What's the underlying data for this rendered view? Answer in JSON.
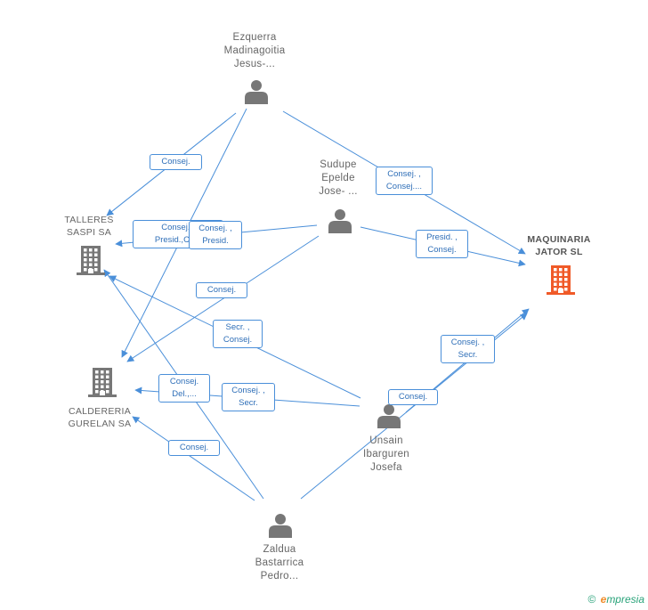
{
  "nodes": {
    "ezquerra": {
      "lines": [
        "Ezquerra",
        "Madinagoitia",
        "Jesus-..."
      ],
      "icon": "person-icon"
    },
    "sudupe": {
      "lines": [
        "Sudupe",
        "Epelde",
        "Jose- ..."
      ],
      "icon": "person-icon"
    },
    "unsain": {
      "lines": [
        "Unsain",
        "Ibarguren",
        "Josefa"
      ],
      "icon": "person-icon"
    },
    "zaldua": {
      "lines": [
        "Zaldua",
        "Bastarrica",
        "Pedro..."
      ],
      "icon": "person-icon"
    },
    "talleres": {
      "lines": [
        "TALLERES",
        "SASPI SA"
      ],
      "icon": "building-icon"
    },
    "caldereria": {
      "lines": [
        "CALDERERIA",
        "GURELAN SA"
      ],
      "icon": "building-icon"
    },
    "maquinaria": {
      "lines": [
        "MAQUINARIA",
        "JATOR SL"
      ],
      "icon": "building-icon"
    }
  },
  "edge_labels": [
    {
      "id": "ezq-talleres",
      "lines": [
        "Consej."
      ]
    },
    {
      "id": "ezq-maquinaria",
      "lines": [
        "Consej. ,",
        "Consej...."
      ]
    },
    {
      "id": "sud-talleres-a",
      "lines": [
        "Consej. ,",
        "Presid.,Co..."
      ]
    },
    {
      "id": "sud-talleres-b",
      "lines": [
        "Consej. ,",
        "Presid."
      ]
    },
    {
      "id": "sud-maquinaria",
      "lines": [
        "Presid. ,",
        "Consej."
      ]
    },
    {
      "id": "sud-caldereria",
      "lines": [
        "Consej."
      ]
    },
    {
      "id": "uns-talleres",
      "lines": [
        "Secr. ,",
        "Consej."
      ]
    },
    {
      "id": "uns-maquinaria",
      "lines": [
        "Consej. ,",
        "Secr."
      ]
    },
    {
      "id": "uns-maquinaria-2",
      "lines": [
        "Consej."
      ]
    },
    {
      "id": "uns-caldereria",
      "lines": [
        "Consej. ,",
        "Secr."
      ]
    },
    {
      "id": "zal-talleres",
      "lines": [
        "Consej.",
        "Del.,..."
      ]
    },
    {
      "id": "zal-caldereria",
      "lines": [
        "Consej."
      ]
    }
  ],
  "footer": {
    "copyright": "©",
    "brand_first": "e",
    "brand_rest": "mpresia"
  },
  "colors": {
    "edge": "#4a8fd9",
    "person": "#777777",
    "company": "#777777",
    "target_company": "#f05a28"
  }
}
